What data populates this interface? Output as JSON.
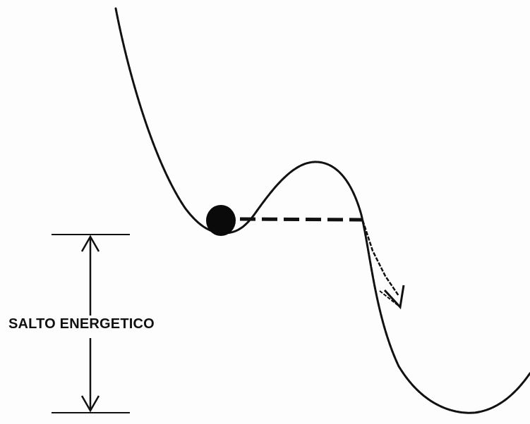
{
  "diagram": {
    "label": "SALTO ENERGETICO",
    "ink_color": "#111111",
    "background": "#fdfdfd",
    "elements": [
      "potential-energy-curve",
      "particle-ball",
      "tunneling-dashed-path",
      "escape-arrow",
      "energy-gap-arrow"
    ]
  }
}
